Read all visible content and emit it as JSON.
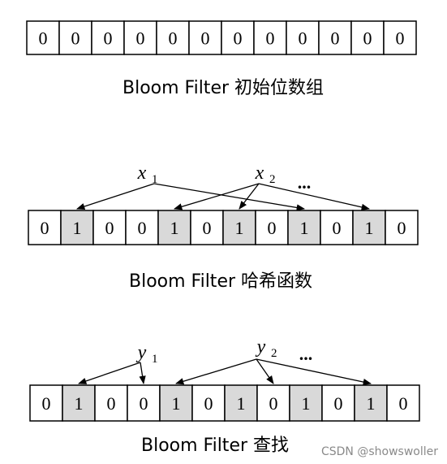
{
  "colors": {
    "set_cell": "#d9d9d9",
    "empty_cell": "#ffffff",
    "stroke": "#000000",
    "watermark": "#8a8a8a"
  },
  "panels": [
    {
      "caption": "Bloom Filter 初始位数组",
      "bits": [
        "0",
        "0",
        "0",
        "0",
        "0",
        "0",
        "0",
        "0",
        "0",
        "0",
        "0",
        "0"
      ],
      "shaded": [
        false,
        false,
        false,
        false,
        false,
        false,
        false,
        false,
        false,
        false,
        false,
        false
      ],
      "labels": [],
      "ellipsis": ""
    },
    {
      "caption": "Bloom Filter 哈希函数",
      "bits": [
        "0",
        "1",
        "0",
        "0",
        "1",
        "0",
        "1",
        "0",
        "1",
        "0",
        "1",
        "0"
      ],
      "shaded": [
        false,
        true,
        false,
        false,
        true,
        false,
        true,
        false,
        true,
        false,
        true,
        false
      ],
      "labels": [
        {
          "var": "x",
          "sub": "1",
          "targets": [
            1,
            8
          ]
        },
        {
          "var": "x",
          "sub": "2",
          "targets": [
            4,
            6,
            10
          ]
        }
      ],
      "ellipsis": "..."
    },
    {
      "caption": "Bloom Filter 查找",
      "bits": [
        "0",
        "1",
        "0",
        "0",
        "1",
        "0",
        "1",
        "0",
        "1",
        "0",
        "1",
        "0"
      ],
      "shaded": [
        false,
        true,
        false,
        false,
        true,
        false,
        true,
        false,
        true,
        false,
        true,
        false
      ],
      "labels": [
        {
          "var": "y",
          "sub": "1",
          "targets": [
            1,
            3
          ]
        },
        {
          "var": "y",
          "sub": "2",
          "targets": [
            4,
            7,
            10
          ]
        }
      ],
      "ellipsis": "..."
    }
  ],
  "watermark": "CSDN @showswoller"
}
